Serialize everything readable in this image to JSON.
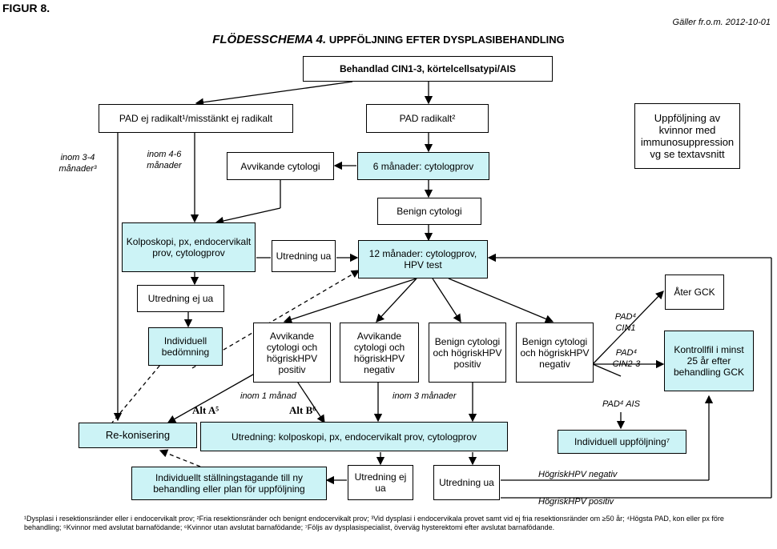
{
  "header": {
    "figure_label": "FIGUR 8.",
    "valid_from": "Gäller fr.o.m. 2012-10-01",
    "title_prefix": "FLÖDESSCHEMA 4.",
    "title_rest": "UPPFÖLJNING EFTER DYSPLASIBEHANDLING"
  },
  "boxes": {
    "start": "Behandlad CIN1-3, körtelcellsatypi/AIS",
    "pad_not_radical": "PAD ej radikalt¹/misstänkt ej radikalt",
    "pad_radical": "PAD radikalt²",
    "immuno": "Uppföljning av kvinnor med immunosuppression vg se textavsnitt",
    "abnormal_cytology": "Avvikande cytologi",
    "six_months": "6 månader: cytologprov",
    "benign_cytology": "Benign cytologi",
    "colposcopy": "Kolposkopi, px, endocervikalt prov, cytologprov",
    "investigation_ua_1": "Utredning ua",
    "twelve_months": "12 månader: cytologprov, HPV test",
    "after_gck": "Åter GCK",
    "investigation_not_ua": "Utredning ej ua",
    "individual_assessment": "Individuell bedömning",
    "res_abn_pos": "Avvikande cytologi och högriskHPV positiv",
    "res_abn_neg": "Avvikande cytologi och högriskHPV negativ",
    "res_ben_pos": "Benign cytologi och högriskHPV positiv",
    "res_ben_neg": "Benign cytologi och högriskHPV negativ",
    "control": "Kontrollfil i minst 25 år efter behandling GCK",
    "reconization": "Re-konisering",
    "investigation_main": "Utredning: kolposkopi, px, endocervikalt prov, cytologprov",
    "individual_followup": "Individuell uppföljning⁷",
    "individual_decision": "Individuellt ställningstagande till ny behandling eller plan för uppföljning",
    "investigation_not_ua_2": "Utredning ej ua",
    "investigation_ua_2": "Utredning ua"
  },
  "labels": {
    "within_3_4": "inom 3-4 månader³",
    "within_4_6": "inom 4-6 månader",
    "pad_cin1": "PAD⁴ CIN1",
    "pad_cin23": "PAD⁴ CIN2-3",
    "pad_ais": "PAD⁴ AIS",
    "within_1_month": "inom 1 månad",
    "within_3_months": "inom 3 månader",
    "alt_a": "Alt A⁵",
    "alt_b": "Alt B⁶",
    "hpv_negative": "HögriskHPV negativ",
    "hpv_positive": "HögriskHPV positiv"
  },
  "footnote": "¹Dysplasi i resektionsränder eller i endocervikalt prov; ²Fria resektionsränder och benignt endocervikalt prov; ³Vid dysplasi i endocervikala provet samt vid ej fria resektionsränder om ≥50 år; ⁴Högsta PAD, kon eller px före behandling; ⁵Kvinnor med avslutat barnafödande; ⁶Kvinnor utan avslutat barnafödande; ⁷Följs av dysplasispecialist, överväg hysterektomi efter avslutat barnafödande."
}
